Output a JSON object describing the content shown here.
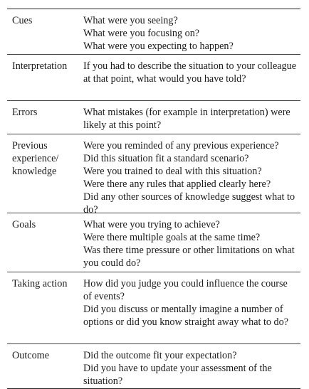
{
  "rows": [
    {
      "cue": "Cues",
      "questions": [
        "What were you seeing?",
        "What were you focusing on?",
        "What were you expecting to happen?"
      ]
    },
    {
      "cue": "Interpretation",
      "questions": [
        "If you had to describe the situation to your colleague at that point, what would you have told?"
      ]
    },
    {
      "cue": "Errors",
      "questions": [
        "What mistakes (for example in interpretation) were likely at this point?"
      ]
    },
    {
      "cue": "Previous experience/ knowledge",
      "questions": [
        "Were you reminded of any previous experience?",
        "Did this situation fit a standard scenario?",
        "Were you trained to deal with this situation?",
        "Were there any rules that applied clearly here?",
        "Did any other sources of knowledge suggest what to do?"
      ]
    },
    {
      "cue": "Goals",
      "questions": [
        "What were you trying to achieve?",
        "Were there multiple goals at the same time?",
        "Was there time pressure or other limitations on what you could do?"
      ]
    },
    {
      "cue": "Taking action",
      "questions": [
        "How did you judge you could influence the course of events?",
        "Did you discuss or mentally imagine a number of options or did you know straight away what to do?"
      ]
    },
    {
      "cue": "Outcome",
      "questions": [
        "Did the outcome fit your expectation?",
        "Did you have to update your assessment of the situation?"
      ]
    }
  ]
}
